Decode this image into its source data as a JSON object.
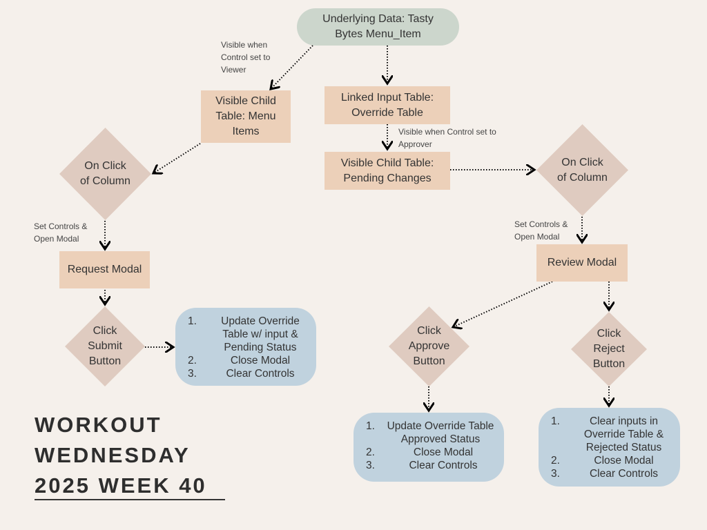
{
  "nodes": {
    "underlying_data": "Underlying Data:  Tasty Bytes Menu_Item",
    "child_menu_items": "Visible Child Table:  Menu Items",
    "linked_input": "Linked Input Table: Override Table",
    "pending_changes": "Visible Child Table: Pending Changes",
    "click_column_left": "On Click of Column",
    "click_column_right": "On Click of Column",
    "request_modal": "Request Modal",
    "review_modal": "Review Modal",
    "click_submit": "Click Submit Button",
    "click_approve": "Click Approve Button",
    "click_reject": "Click Reject Button"
  },
  "lists": {
    "submit": [
      {
        "n": "1.",
        "t": "Update Override Table w/ input & Pending Status"
      },
      {
        "n": "2.",
        "t": "Close Modal"
      },
      {
        "n": "3.",
        "t": "Clear Controls"
      }
    ],
    "approve": [
      {
        "n": "1.",
        "t": "Update Override Table Approved Status"
      },
      {
        "n": "2.",
        "t": "Close Modal"
      },
      {
        "n": "3.",
        "t": "Clear Controls"
      }
    ],
    "reject": [
      {
        "n": "1.",
        "t": "Clear inputs in Override Table & Rejected Status"
      },
      {
        "n": "2.",
        "t": "Close Modal"
      },
      {
        "n": "3.",
        "t": "Clear Controls"
      }
    ]
  },
  "labels": {
    "viewer": "Visible when Control set to Viewer",
    "approver": "Visible when Control set to Approver",
    "set_controls_left": "Set Controls & Open Modal",
    "set_controls_right": "Set Controls & Open Modal"
  },
  "title": {
    "line1": "WORKOUT",
    "line2": "WEDNESDAY",
    "line3": "2025 WEEK 40"
  },
  "colors": {
    "rect": "#ecd0b9",
    "pill": "#ccd6cc",
    "diamond": "#dfcbc0",
    "list": "#c0d2de",
    "background": "#f5f0eb"
  }
}
